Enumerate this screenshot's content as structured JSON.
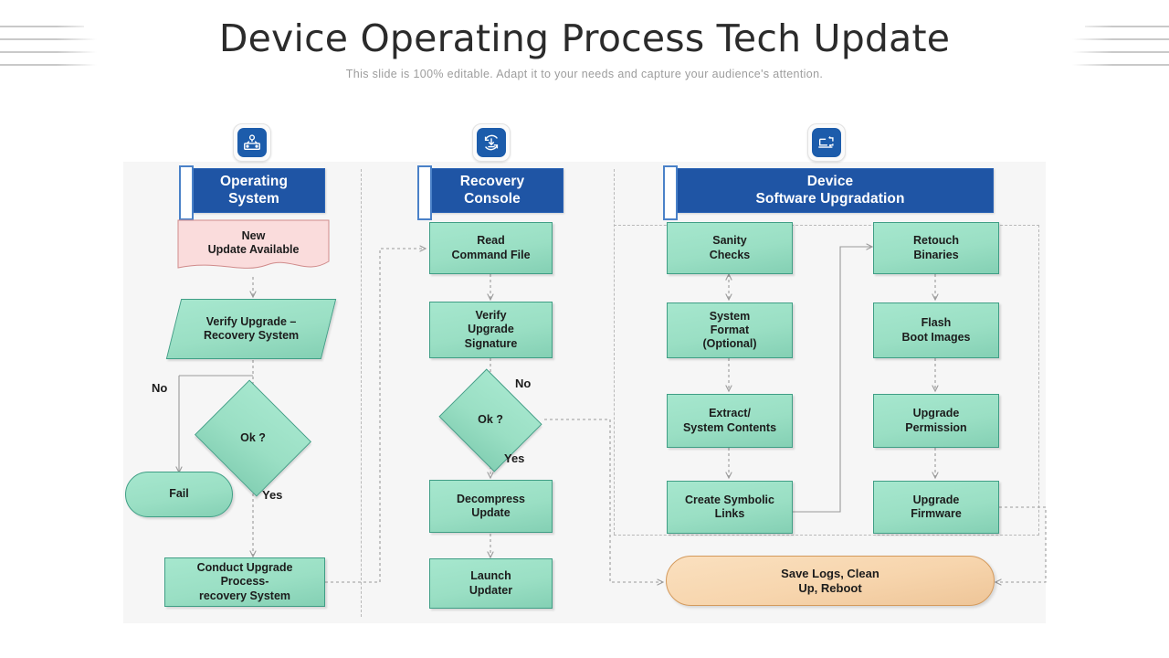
{
  "slide": {
    "title": "Device Operating Process Tech Update",
    "subtitle": "This slide is 100% editable. Adapt it to your needs and capture your audience's attention."
  },
  "theme": {
    "banner_blue": "#1f55a5",
    "shape_green": "#9adfc4",
    "shape_green_border": "#3f9e85",
    "doc_pink": "#fadcdc",
    "doc_pink_border": "#d08b8b",
    "pill_orange": "#f7d5ad",
    "pill_orange_border": "#d49a5c",
    "panel_bg": "#f6f6f6",
    "connector_gray": "#9a9a9a"
  },
  "columns": [
    {
      "id": "operating-system",
      "icon": "device-gear-icon",
      "header": "Operating\nSystem",
      "header_line1": "Operating",
      "header_line2": "System"
    },
    {
      "id": "recovery-console",
      "icon": "download-refresh-icon",
      "header": "Recovery\nConsole",
      "header_line1": "Recovery",
      "header_line2": "Console"
    },
    {
      "id": "device-software-upgradation",
      "icon": "laptop-refresh-icon",
      "header": "Device\nSoftware Upgradation",
      "header_line1": "Device",
      "header_line2": "Software Upgradation"
    }
  ],
  "nodes": {
    "new_update": {
      "line1": "New",
      "line2": "Update Available"
    },
    "verify_upgrade": {
      "line1": "Verify Upgrade –",
      "line2": "Recovery System"
    },
    "ok_left": {
      "label": "Ok ?"
    },
    "fail": {
      "label": "Fail"
    },
    "conduct_upgrade": {
      "line1": "Conduct Upgrade",
      "line2": "Process-",
      "line3": "recovery System"
    },
    "read_command": {
      "line1": "Read",
      "line2": "Command File"
    },
    "verify_signature": {
      "line1": "Verify",
      "line2": "Upgrade",
      "line3": "Signature"
    },
    "ok_mid": {
      "label": "Ok ?"
    },
    "decompress": {
      "line1": "Decompress",
      "line2": "Update"
    },
    "launch_updater": {
      "line1": "Launch",
      "line2": "Updater"
    },
    "sanity_checks": {
      "line1": "Sanity",
      "line2": "Checks"
    },
    "system_format": {
      "line1": "System",
      "line2": "Format",
      "line3": "(Optional)"
    },
    "extract_contents": {
      "line1": "Extract/",
      "line2": "System Contents"
    },
    "create_links": {
      "line1": "Create Symbolic",
      "line2": "Links"
    },
    "retouch_binaries": {
      "line1": "Retouch",
      "line2": "Binaries"
    },
    "flash_boot": {
      "line1": "Flash",
      "line2": "Boot Images"
    },
    "upgrade_permission": {
      "line1": "Upgrade",
      "line2": "Permission"
    },
    "upgrade_firmware": {
      "line1": "Upgrade",
      "line2": "Firmware"
    },
    "save_logs": {
      "line1": "Save Logs, Clean",
      "line2": "Up, Reboot"
    }
  },
  "edge_labels": {
    "left_no": "No",
    "left_yes": "Yes",
    "mid_no": "No",
    "mid_yes": "Yes"
  }
}
